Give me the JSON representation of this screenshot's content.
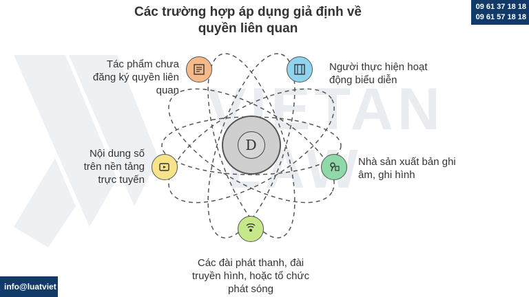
{
  "title": {
    "line1": "Các trường hợp áp dụng giả định về",
    "line2": "quyền liên quan"
  },
  "contact": {
    "phone1": "09 61 37 18 18",
    "phone2": "09 61 57 18 18",
    "email": "info@luatviet"
  },
  "watermark": {
    "line1": "VIETAN",
    "line2": "LAW"
  },
  "center": {
    "icon": "law-emblem-icon"
  },
  "items": [
    {
      "id": "unregistered-works",
      "lines": [
        "Tác phẩm chưa",
        "đăng ký quyền liên",
        "quan"
      ],
      "icon": "document-icon",
      "color": "#f5b98a"
    },
    {
      "id": "performers",
      "lines": [
        "Người thực hiện hoạt",
        "động biểu diễn"
      ],
      "icon": "stage-curtain-icon",
      "color": "#8fd3ee"
    },
    {
      "id": "digital-content",
      "lines": [
        "Nội dung số",
        "trên nền tảng",
        "trực tuyến"
      ],
      "icon": "video-play-icon",
      "color": "#f7e38a"
    },
    {
      "id": "phonogram-producers",
      "lines": [
        "Nhà sản xuất bản ghi",
        "âm, ghi hình"
      ],
      "icon": "microphone-camera-icon",
      "color": "#8fd9a8"
    },
    {
      "id": "broadcasters",
      "lines": [
        "Các đài phát thanh, đài",
        "truyền hình, hoặc tổ chức",
        "phát sóng"
      ],
      "icon": "broadcast-icon",
      "color": "#c6e88a"
    }
  ]
}
